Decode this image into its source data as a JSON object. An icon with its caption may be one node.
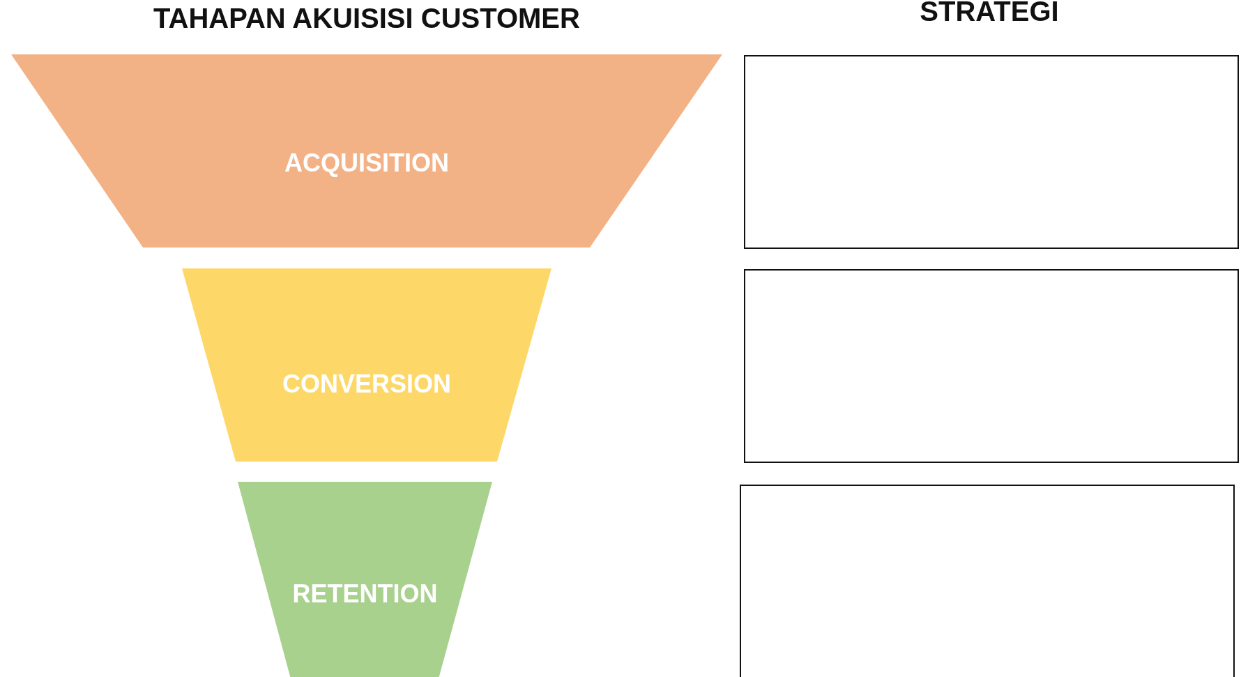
{
  "diagram": {
    "nodes": [
      {
        "text": [
          "ACQUISITION"
        ]
      },
      {
        "text": [
          "CONVERSION"
        ]
      },
      {
        "text": [
          "RETENTION"
        ]
      },
      {
        "text": [],
        "shape": "box"
      },
      {
        "text": [],
        "shape": "box"
      },
      {
        "text": [],
        "shape": "box"
      }
    ],
    "edges": [],
    "labels": [
      "TAHAPAN AKUISISI CUSTOMER",
      "STRATEGI"
    ]
  }
}
